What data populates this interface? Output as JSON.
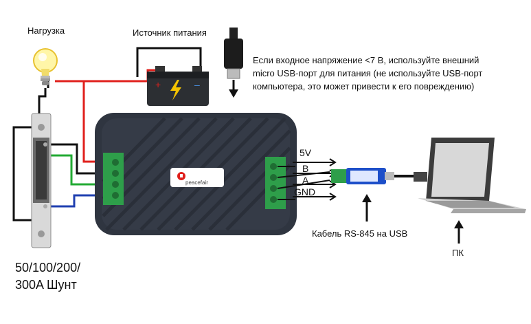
{
  "labels": {
    "load": "Нагрузка",
    "power_source": "Источник питания",
    "note_lines": [
      "Если входное напряжение <7 В, используйте внешний",
      "micro USB-порт для питания (не используйте USB-порт",
      "компьютера, это может привести к его повреждению)"
    ],
    "shunt_line1": "50/100/200/",
    "shunt_line2": "300A Шунт",
    "cable": "Кабель RS-845 на USB",
    "pc": "ПК",
    "brand": "peacefair",
    "terminals": [
      "5V",
      "B",
      "A",
      "GND"
    ],
    "battery_plus": "+",
    "battery_minus": "–"
  },
  "colors": {
    "device_body": "#2f3540",
    "terminal_green": "#2e9e4a",
    "wire_red": "#e0201c",
    "wire_green": "#22aa33",
    "wire_blue": "#1f3fb0",
    "wire_black": "#111111",
    "battery_body": "#2c2f33",
    "bolt_yellow": "#f5c400",
    "usb_adapter": "#1d4fc9"
  },
  "icons": [
    "bulb-icon",
    "battery-icon",
    "usb-plug-icon",
    "shunt-icon",
    "laptop-icon",
    "rs485-adapter-icon",
    "arrow-up-icon",
    "arrow-down-icon"
  ]
}
